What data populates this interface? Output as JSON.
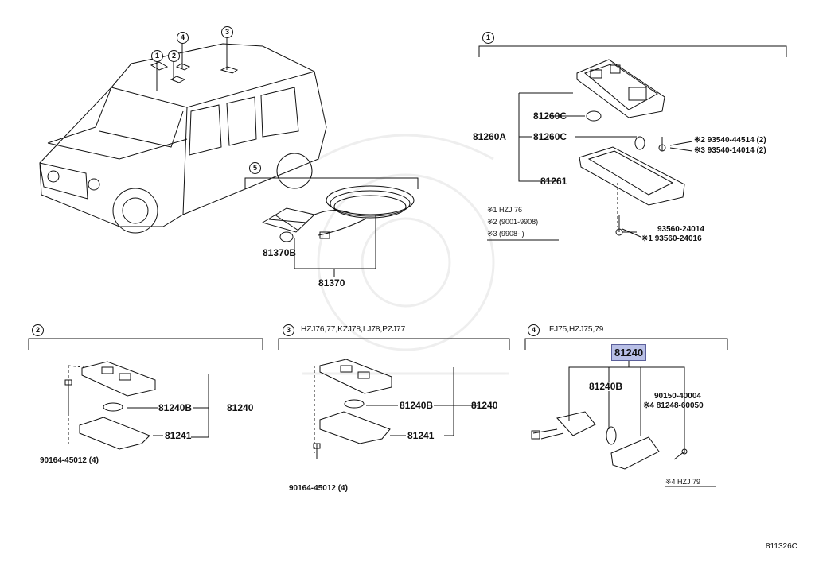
{
  "callouts": {
    "c1": "1",
    "c2": "2",
    "c3": "3",
    "c4": "4",
    "c5": "5"
  },
  "section1": {
    "p81260C_a": "81260C",
    "p81260C_b": "81260C",
    "p81260A": "81260A",
    "p81261": "81261",
    "screw1": "※2 93540-44514 (2)",
    "screw2": "※3 93540-14014 (2)",
    "screw3": "93560-24014",
    "screw4": "※1 93560-24016",
    "note1": "※1 HZJ 76",
    "note2": "※2 (9001-9908)",
    "note3": "※3 (9908-     )"
  },
  "section5": {
    "p81370B": "81370B",
    "p81370": "81370"
  },
  "section2": {
    "p81240B": "81240B",
    "p81240": "81240",
    "p81241": "81241",
    "bolt": "90164-45012 (4)"
  },
  "section3": {
    "models": "HZJ76,77,KZJ78,LJ78,PZJ77",
    "p81240B": "81240B",
    "p81240": "81240",
    "p81241": "81241",
    "bolt": "90164-45012 (4)"
  },
  "section4": {
    "models": "FJ75,HZJ75,79",
    "p81240": "81240",
    "p81240B": "81240B",
    "p90150": "90150-40004",
    "p81248": "※4 81248-60050",
    "note": "※4 HZJ 79"
  },
  "figure_id": "811326C",
  "colors": {
    "highlight": "#b8bfe6",
    "line": "#111111"
  }
}
